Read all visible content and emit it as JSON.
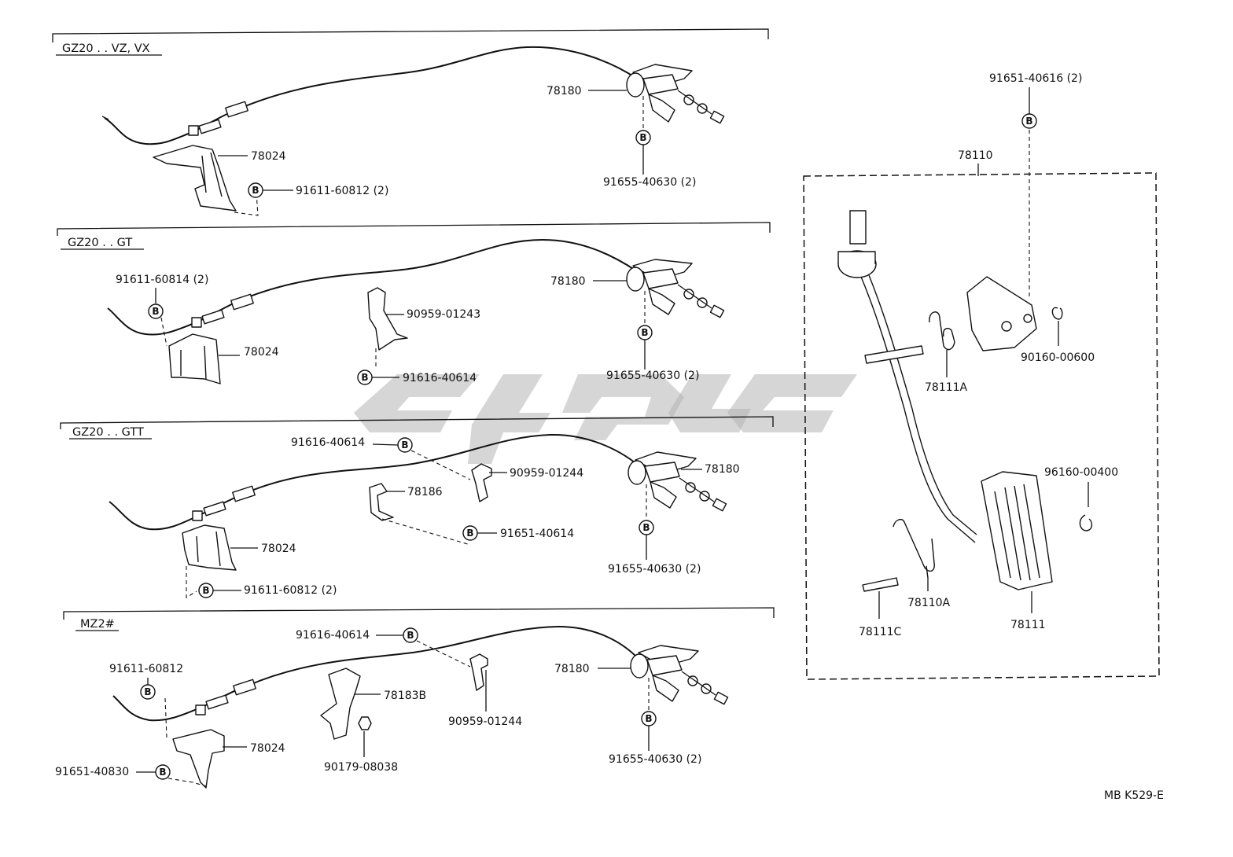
{
  "sections": [
    {
      "id": "s1",
      "label": "GZ20 . . VZ, VX"
    },
    {
      "id": "s2",
      "label": "GZ20 . . GT"
    },
    {
      "id": "s3",
      "label": "GZ20 . . GTT"
    },
    {
      "id": "s4",
      "label": "MZ2#"
    }
  ],
  "bolt_marker": "B",
  "callouts": {
    "s1": {
      "c78180": "78180",
      "c78024": "78024",
      "c91611": "91611-60812 (2)",
      "c91655": "91655-40630 (2)"
    },
    "s2": {
      "c91611": "91611-60814 (2)",
      "c78180": "78180",
      "c90959": "90959-01243",
      "c78024": "78024",
      "c91616": "91616-40614",
      "c91655": "91655-40630 (2)"
    },
    "s3": {
      "c91616": "91616-40614",
      "c90959": "90959-01244",
      "c78180": "78180",
      "c78186": "78186",
      "c91651": "91651-40614",
      "c78024": "78024",
      "c91611": "91611-60812 (2)",
      "c91655": "91655-40630 (2)"
    },
    "s4": {
      "c91616": "91616-40614",
      "c78180": "78180",
      "c91611": "91611-60812",
      "c78183": "78183B",
      "c90959": "90959-01244",
      "c78024": "78024",
      "c90179": "90179-08038",
      "c91651": "91651-40830",
      "c91655": "91655-40630 (2)"
    },
    "pedal": {
      "c91651": "91651-40616 (2)",
      "c78110": "78110",
      "c78111A": "78111A",
      "c90160": "90160-00600",
      "c96160": "96160-00400",
      "c78110A": "78110A",
      "c78111C": "78111C",
      "c78111": "78111"
    }
  },
  "diagram_code": "MB K529-E"
}
